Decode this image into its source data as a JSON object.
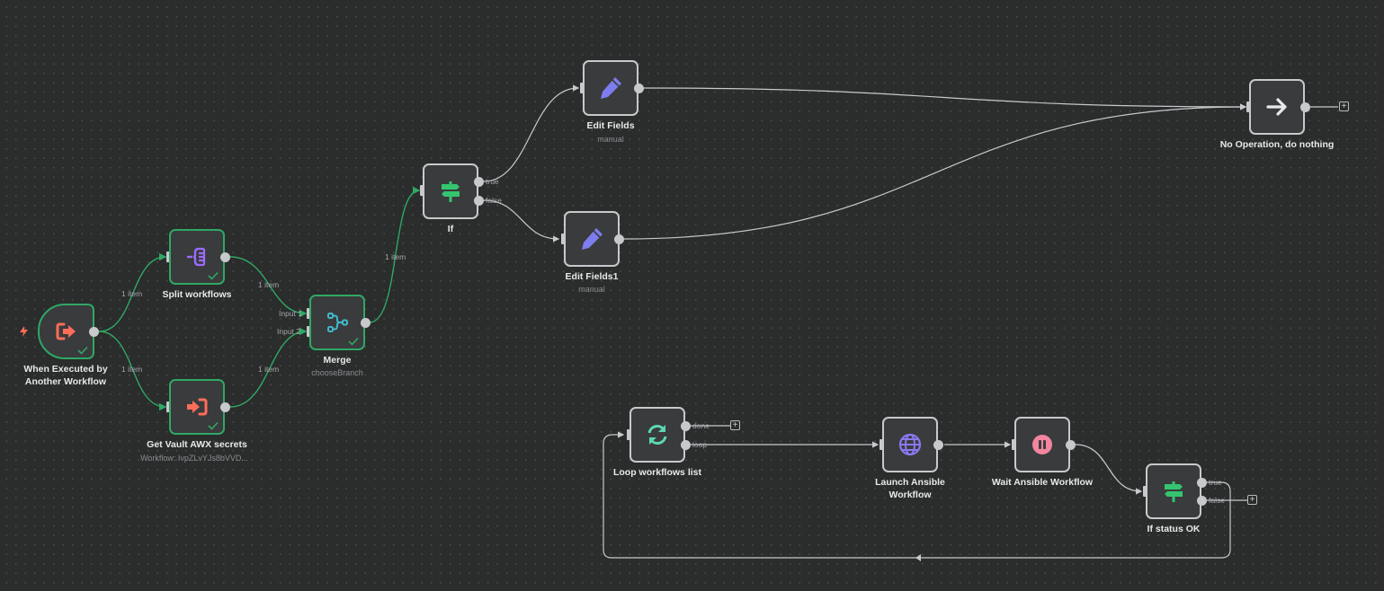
{
  "colors": {
    "canvas_bg": "#2b2c2c",
    "node_bg": "#3a3b3c",
    "node_border": "#c8c9cc",
    "success": "#2fa865",
    "edge_default": "#c8c9cc",
    "trigger_icon": "#ff6d5a",
    "split_icon": "#9b6bff",
    "merge_icon": "#40b8cc",
    "if_icon": "#35c46f",
    "edit_icon": "#7d7df0",
    "noop_icon": "#e8e9ea",
    "loop_icon": "#5cd6b4",
    "http_icon": "#8a78f0",
    "wait_icon": "#f3859f"
  },
  "nodes": {
    "trigger": {
      "title_line1": "When Executed by",
      "title_line2": "Another Workflow",
      "icon": "sign-out-icon",
      "status": "success"
    },
    "split": {
      "title": "Split workflows",
      "icon": "split-out-icon",
      "status": "success"
    },
    "vault": {
      "title": "Get Vault AWX secrets",
      "subtitle": "Workflow: IvpZLvYJs8bVVD...",
      "icon": "sign-in-icon",
      "status": "success"
    },
    "merge": {
      "title": "Merge",
      "subtitle": "chooseBranch",
      "icon": "merge-icon",
      "status": "success",
      "inputs": [
        "Input 1",
        "Input 2"
      ]
    },
    "if": {
      "title": "If",
      "icon": "signpost-icon",
      "outputs": [
        "true",
        "false"
      ]
    },
    "edit1": {
      "title": "Edit Fields",
      "subtitle": "manual",
      "icon": "pencil-icon"
    },
    "edit2": {
      "title": "Edit Fields1",
      "subtitle": "manual",
      "icon": "pencil-icon"
    },
    "noop": {
      "title": "No Operation, do nothing",
      "icon": "arrow-right-icon"
    },
    "loop": {
      "title": "Loop workflows list",
      "icon": "refresh-icon",
      "outputs": [
        "done",
        "loop"
      ]
    },
    "launch": {
      "title_line1": "Launch Ansible",
      "title_line2": "Workflow",
      "icon": "globe-icon"
    },
    "wait": {
      "title": "Wait Ansible Workflow",
      "icon": "pause-icon"
    },
    "ifstatus": {
      "title": "If status OK",
      "icon": "signpost-icon",
      "outputs": [
        "true",
        "false"
      ]
    }
  },
  "edge_labels": {
    "trigger_split": "1 item",
    "trigger_vault": "1 item",
    "split_merge": "1 item",
    "vault_merge": "1 item",
    "merge_if": "1 item"
  },
  "buttons": {
    "add_node": "+"
  }
}
